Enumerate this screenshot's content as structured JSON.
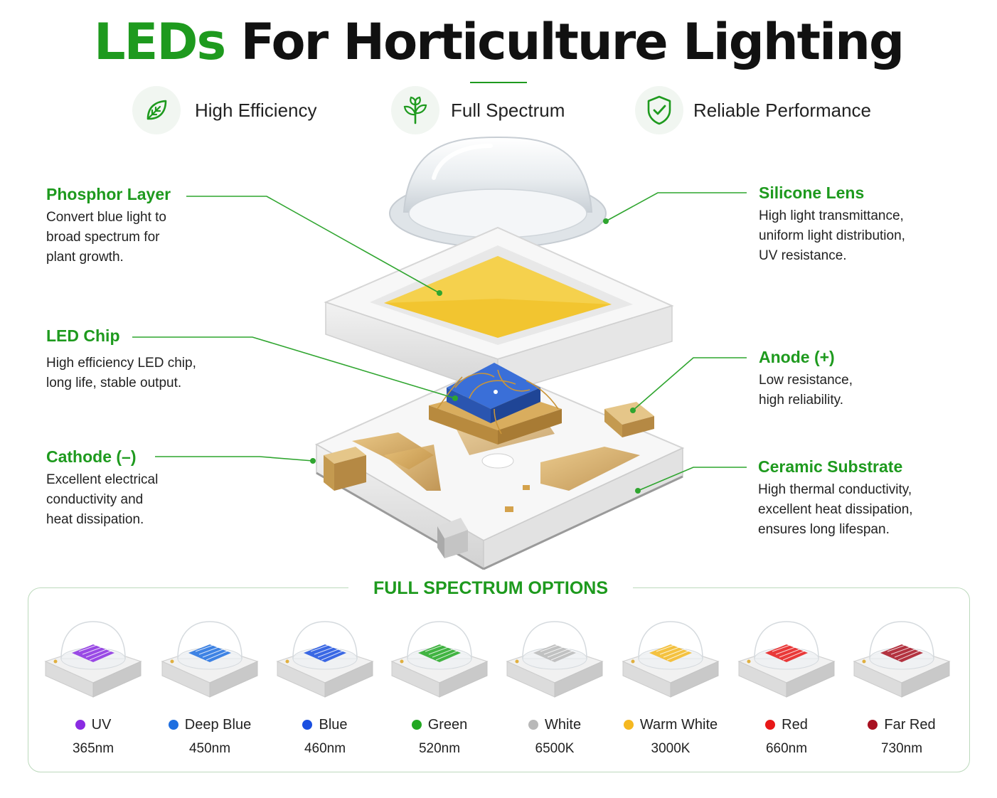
{
  "title": {
    "accent": "LEDs",
    "rest": "For Horticulture Lighting"
  },
  "features": [
    {
      "icon": "leaf-icon",
      "label": "High Efficiency"
    },
    {
      "icon": "sprout-icon",
      "label": "Full Spectrum"
    },
    {
      "icon": "shield-check-icon",
      "label": "Reliable Performance"
    }
  ],
  "callouts": {
    "phosphor": {
      "title": "Phosphor Layer",
      "desc": [
        "Convert blue light to",
        "broad spectrum for",
        "plant growth."
      ]
    },
    "chip": {
      "title": "LED Chip",
      "desc": [
        "High efficiency LED chip,",
        "long life, stable output."
      ]
    },
    "cathode": {
      "title": "Cathode (–)",
      "desc": [
        "Excellent electrical",
        "conductivity and",
        "heat dissipation."
      ]
    },
    "lens": {
      "title": "Silicone Lens",
      "desc": [
        "High light transmittance,",
        "uniform light distribution,",
        "UV resistance."
      ]
    },
    "anode": {
      "title": "Anode (+)",
      "desc": [
        "Low resistance,",
        "high reliability."
      ]
    },
    "substrate": {
      "title": "Ceramic Substrate",
      "desc": [
        "High thermal conductivity,",
        "excellent heat dissipation,",
        "ensures long lifespan."
      ]
    }
  },
  "spectrum": {
    "title": "FULL SPECTRUM OPTIONS",
    "items": [
      {
        "name": "UV",
        "value": "365nm",
        "color": "#8a2be2"
      },
      {
        "name": "Deep Blue",
        "value": "450nm",
        "color": "#1f6fe0"
      },
      {
        "name": "Blue",
        "value": "460nm",
        "color": "#1a4fe0"
      },
      {
        "name": "Green",
        "value": "520nm",
        "color": "#22a822"
      },
      {
        "name": "White",
        "value": "6500K",
        "color": "#b8b8b8"
      },
      {
        "name": "Warm White",
        "value": "3000K",
        "color": "#f5b820"
      },
      {
        "name": "Red",
        "value": "660nm",
        "color": "#e81818"
      },
      {
        "name": "Far Red",
        "value": "730nm",
        "color": "#a81020"
      }
    ]
  },
  "colors": {
    "brand_green": "#1e9a1e",
    "phosphor_yellow": "#f2c530",
    "chip_blue": "#3a6fd8",
    "gold": "#d4a24c"
  }
}
